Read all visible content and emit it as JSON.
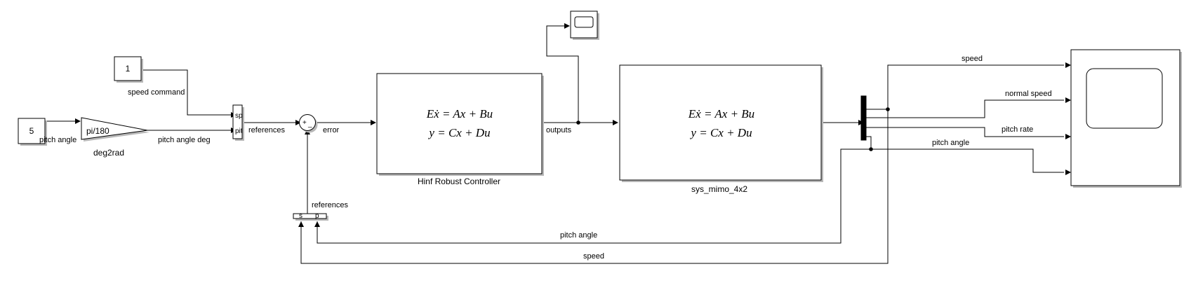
{
  "blocks": {
    "speed_const": {
      "value": "1"
    },
    "pitch_const": {
      "value": "5"
    },
    "gain": {
      "value": "pi/180",
      "name": "deg2rad"
    },
    "mux_top": {
      "port1": "sp",
      "port2": "pit"
    },
    "sum": {
      "plus": "+",
      "minus": "_"
    },
    "controller": {
      "eq1": "Eẋ = Ax + Bu",
      "eq2": "y = Cx + Du",
      "name": "Hinf Robust Controller"
    },
    "plant": {
      "eq1": "Eẋ = Ax + Bu",
      "eq2": "y = Cx + Du",
      "name": "sys_mimo_4x2"
    },
    "mux_bottom": {
      "port1": "s",
      "port2": "p"
    }
  },
  "signals": {
    "speed_command": "speed command",
    "pitch_angle_in": "pitch angle",
    "pitch_angle_deg": "pitch angle deg",
    "references": "references",
    "error": "error",
    "outputs": "outputs",
    "out_speed": "speed",
    "out_normal_speed": "normal speed",
    "out_pitch_rate": "pitch rate",
    "out_pitch_angle": "pitch angle",
    "feedback_references": "references",
    "feedback_pitch_angle": "pitch angle",
    "feedback_speed": "speed"
  }
}
